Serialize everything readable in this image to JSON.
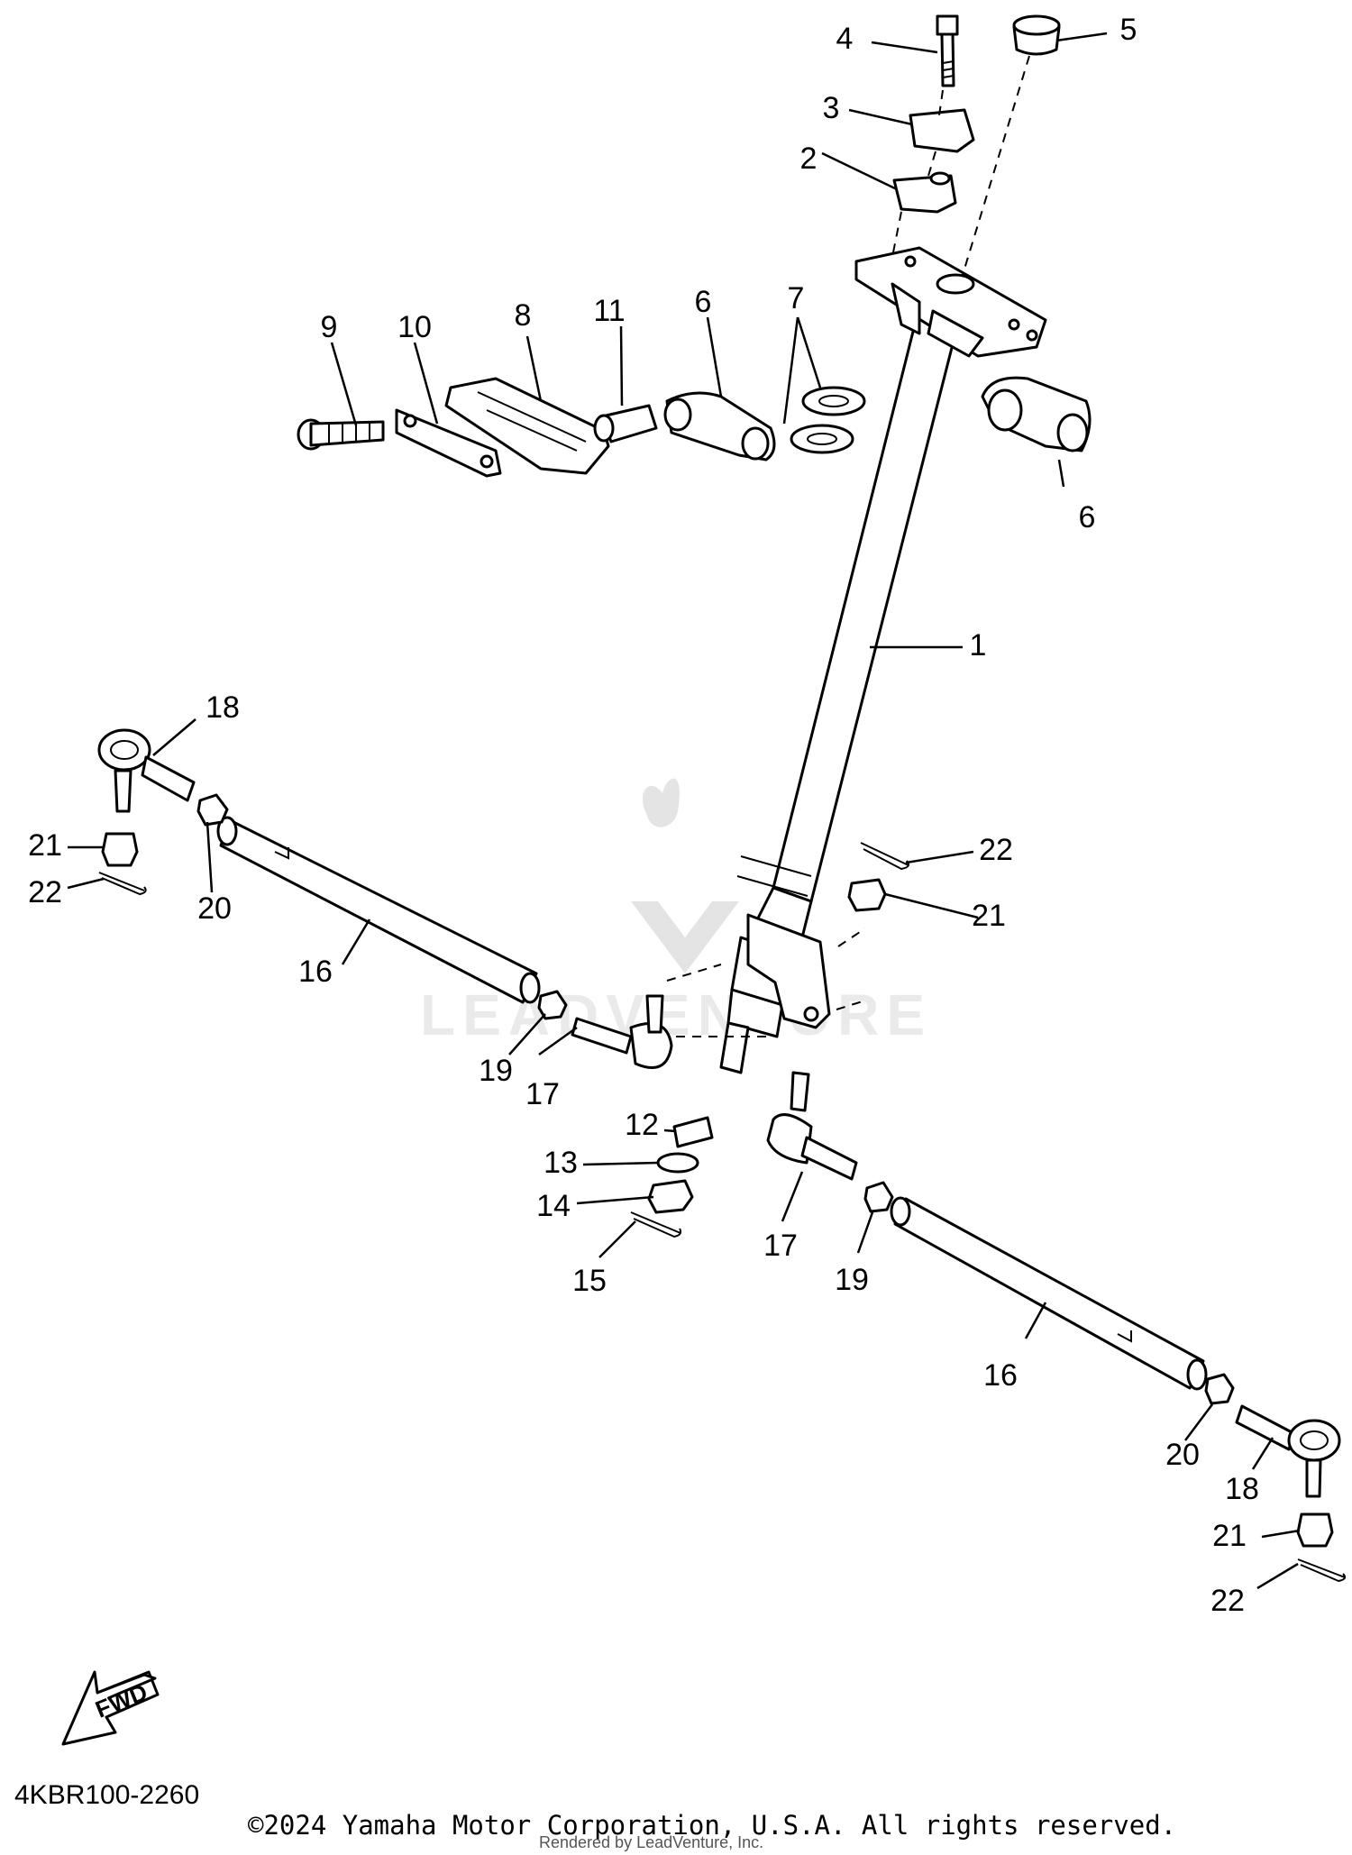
{
  "diagram": {
    "callouts": [
      "1",
      "2",
      "3",
      "4",
      "5",
      "6",
      "6",
      "7",
      "8",
      "9",
      "10",
      "11",
      "12",
      "13",
      "14",
      "15",
      "16",
      "16",
      "17",
      "17",
      "18",
      "18",
      "19",
      "19",
      "20",
      "20",
      "21",
      "21",
      "21",
      "22",
      "22",
      "22"
    ],
    "fwd_label": "FWD",
    "part_code": "4KBR100-2260",
    "copyright": "©2024 Yamaha Motor Corporation, U.S.A. All rights reserved.",
    "rendered_by": "Rendered by LeadVenture, Inc.",
    "watermark": "LEADVENTURE"
  }
}
